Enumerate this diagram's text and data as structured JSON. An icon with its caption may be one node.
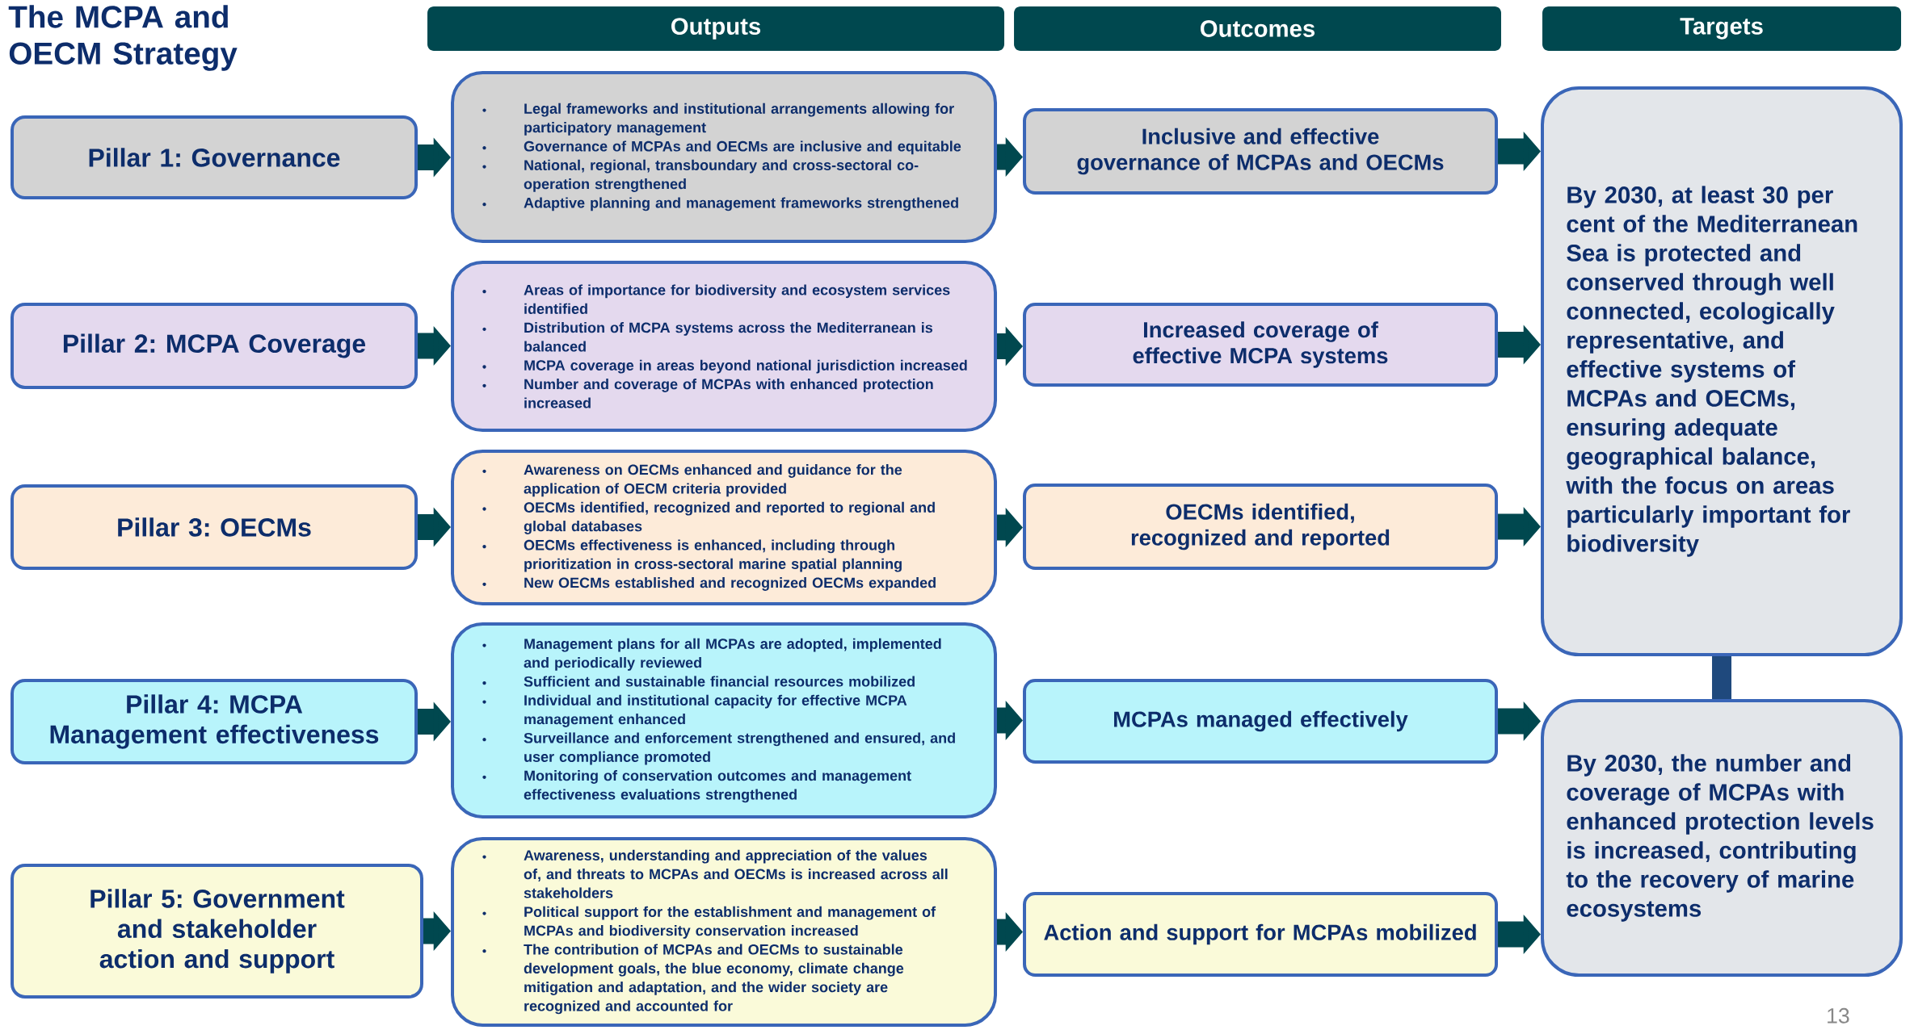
{
  "diagram": {
    "title": "The MCPA and OECM Strategy",
    "nodes": [
      {
        "text": [
          "Outputs"
        ]
      },
      {
        "text": [
          "Outcomes"
        ]
      },
      {
        "text": [
          "Targets"
        ]
      },
      {
        "text": [
          "Pillar 1: Governance"
        ]
      },
      {
        "text": [
          "Pillar 2: MCPA Coverage"
        ]
      },
      {
        "text": [
          "Pillar 3: OECMs"
        ]
      },
      {
        "text": [
          "Pillar 4: MCPA Management effectiveness"
        ]
      },
      {
        "text": [
          "Pillar 5: Government and stakeholder action and support"
        ]
      },
      {
        "text": [
          "Legal frameworks and institutional arrangements allowing for participatory management",
          "Governance of MCPAs and OECMs are inclusive and equitable",
          "National, regional, transboundary and cross-sectoral co-operation strengthened",
          "Adaptive planning and management frameworks strengthened"
        ]
      },
      {
        "text": [
          "Areas of importance for biodiversity and ecosystem services identified",
          "Distribution of MCPA systems across the Mediterranean is balanced",
          "MCPA coverage in areas beyond national jurisdiction increased",
          "Number and coverage of MCPAs with enhanced protection increased"
        ]
      },
      {
        "text": [
          "Awareness on OECMs enhanced and guidance for the application of OECM criteria provided",
          "OECMs identified, recognized and reported to regional and global databases",
          "OECMs effectiveness is enhanced, including through prioritization in cross-sectoral marine spatial planning",
          "New OECMs established and recognized OECMs expanded"
        ]
      },
      {
        "text": [
          "Management plans for all MCPAs are adopted, implemented and periodically reviewed",
          "Sufficient and sustainable financial resources mobilized",
          "Individual and institutional capacity for effective MCPA management enhanced",
          "Surveillance and enforcement strengthened and ensured, and user compliance promoted",
          "Monitoring of conservation outcomes and management effectiveness evaluations strengthened"
        ]
      },
      {
        "text": [
          "Awareness, understanding and appreciation of the values of, and threats to MCPAs and OECMs is increased across all stakeholders",
          "Political support for the establishment and management of MCPAs and biodiversity conservation increased",
          "The contribution of MCPAs and OECMs to sustainable development goals, the blue economy, climate change mitigation and adaptation, and the wider society are recognized and accounted for"
        ]
      },
      {
        "text": [
          "Inclusive and effective governance of MCPAs and OECMs"
        ]
      },
      {
        "text": [
          "Increased coverage of effective MCPA systems"
        ]
      },
      {
        "text": [
          "OECMs identified, recognized and reported"
        ]
      },
      {
        "text": [
          "MCPAs managed effectively"
        ]
      },
      {
        "text": [
          "Action and support for MCPAs mobilized"
        ]
      },
      {
        "text": [
          "By 2030, at least 30 per cent of the Mediterranean Sea is protected and conserved through well connected, ecologically representative, and effective systems of MCPAs and OECMs, ensuring adequate geographical balance, with the focus on areas particularly important for biodiversity"
        ]
      },
      {
        "text": [
          "By 2030, the number and coverage of MCPAs with enhanced protection levels is increased, contributing to the recovery of marine ecosystems"
        ]
      }
    ],
    "edges": [
      {
        "from": 3,
        "to": 8,
        "arrow": "to"
      },
      {
        "from": 8,
        "to": 13,
        "arrow": "to"
      },
      {
        "from": 13,
        "to": 18,
        "arrow": "to"
      },
      {
        "from": 4,
        "to": 9,
        "arrow": "to"
      },
      {
        "from": 9,
        "to": 14,
        "arrow": "to"
      },
      {
        "from": 14,
        "to": 18,
        "arrow": "to"
      },
      {
        "from": 5,
        "to": 10,
        "arrow": "to"
      },
      {
        "from": 10,
        "to": 15,
        "arrow": "to"
      },
      {
        "from": 15,
        "to": 18,
        "arrow": "to"
      },
      {
        "from": 6,
        "to": 11,
        "arrow": "to"
      },
      {
        "from": 11,
        "to": 16,
        "arrow": "to"
      },
      {
        "from": 16,
        "to": 19,
        "arrow": "to"
      },
      {
        "from": 7,
        "to": 12,
        "arrow": "to"
      },
      {
        "from": 12,
        "to": 17,
        "arrow": "to"
      },
      {
        "from": 17,
        "to": 19,
        "arrow": "to"
      },
      {
        "from": 18,
        "to": 19,
        "arrow": "none",
        "color": "#1f497d"
      }
    ],
    "labels": [
      "13"
    ]
  }
}
